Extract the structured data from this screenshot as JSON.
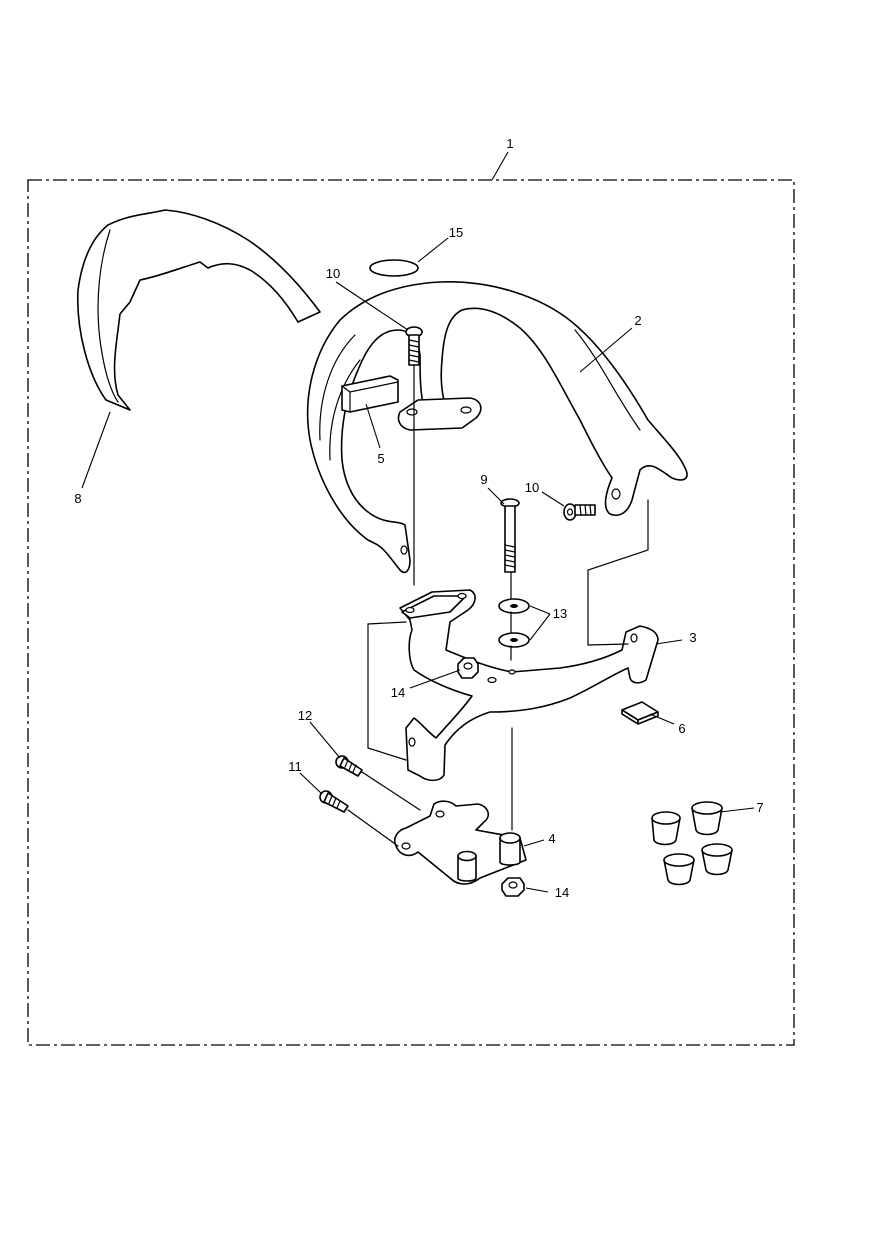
{
  "callouts": {
    "c1": "1",
    "c2": "2",
    "c3": "3",
    "c4": "4",
    "c5": "5",
    "c6": "6",
    "c7": "7",
    "c8": "8",
    "c9": "9",
    "c10a": "10",
    "c10b": "10",
    "c11": "11",
    "c12": "12",
    "c13": "13",
    "c14a": "14",
    "c14b": "14",
    "c15": "15"
  }
}
